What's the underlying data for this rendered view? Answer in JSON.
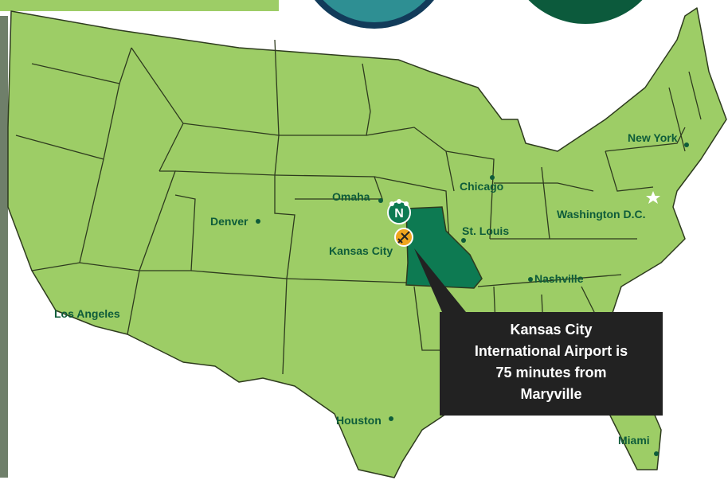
{
  "colors": {
    "land": "#9dcd66",
    "border": "#2e3b1e",
    "highlight": "#0d7a52",
    "label": "#0e5c3a",
    "callout_bg": "#222222",
    "callout_text": "#ffffff",
    "airport_icon": "#f0a51e"
  },
  "cities": [
    {
      "id": "omaha",
      "label": "Omaha"
    },
    {
      "id": "denver",
      "label": "Denver"
    },
    {
      "id": "kansas-city",
      "label": "Kansas City"
    },
    {
      "id": "st-louis",
      "label": "St. Louis"
    },
    {
      "id": "chicago",
      "label": "Chicago"
    },
    {
      "id": "new-york",
      "label": "New York"
    },
    {
      "id": "washington-dc",
      "label": "Washington D.C."
    },
    {
      "id": "nashville",
      "label": "Nashville"
    },
    {
      "id": "los-angeles",
      "label": "Los Angeles"
    },
    {
      "id": "houston",
      "label": "Houston"
    },
    {
      "id": "miami",
      "label": "Miami"
    }
  ],
  "highlighted_state": "Missouri",
  "callout": {
    "line1": "Kansas City",
    "line2": "International Airport is",
    "line3": "75 minutes from",
    "line4": "Maryville"
  },
  "icons": {
    "logo": "bearcat-logo-icon",
    "airport": "airplane-icon",
    "capital": "star-icon"
  }
}
